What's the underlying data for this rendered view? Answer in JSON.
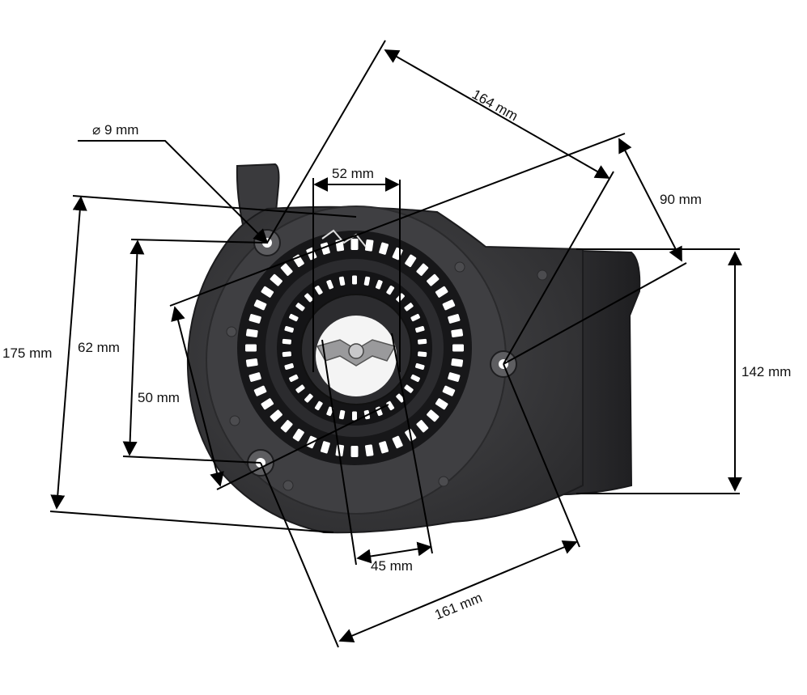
{
  "diagram": {
    "subject": "recoil starter housing",
    "colors": {
      "background": "#ffffff",
      "housing": "#3c3c3e",
      "housing_edge": "#1c1c1e",
      "housing_highlight": "#5a5a5d",
      "ring": "#151517",
      "slot": "#ffffff",
      "dimension_line": "#000000"
    },
    "dimensions": {
      "hole_diameter": "⌀ 9 mm",
      "width_top": "164 mm",
      "hole_spacing_right": "90 mm",
      "inner_52": "52 mm",
      "height_left": "175 mm",
      "height_mid": "62 mm",
      "diag_50": "50 mm",
      "height_right": "142 mm",
      "inner_45": "45 mm",
      "width_bottom": "161 mm"
    }
  }
}
